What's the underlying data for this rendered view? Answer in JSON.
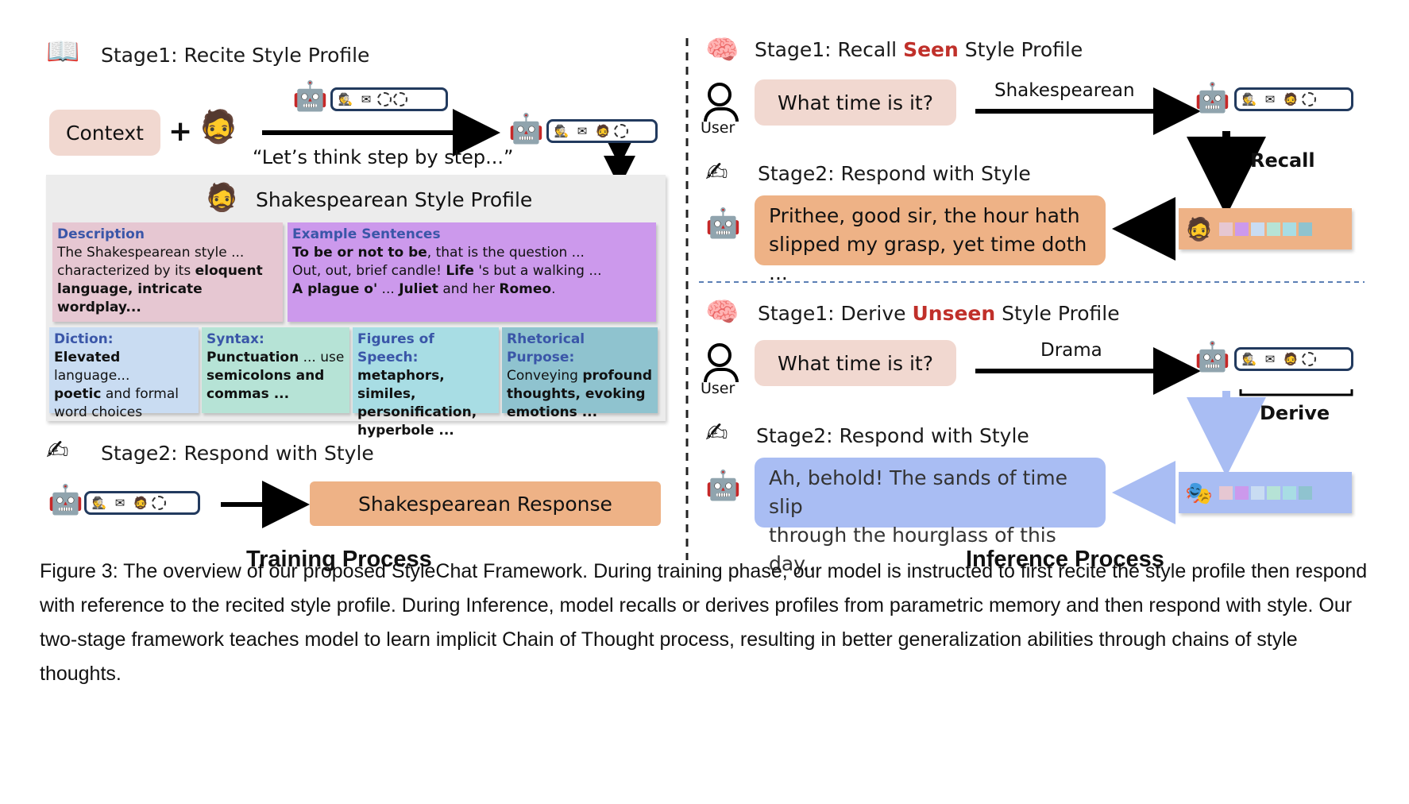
{
  "training": {
    "stage1_title": "Stage1: Recite Style Profile",
    "context_label": "Context",
    "plus": "+",
    "prompt_text": "“Let’s think step by step...”",
    "profile_title": "Shakespearean Style Profile",
    "description": {
      "header": "Description",
      "line1": "The Shakespearean style ...",
      "line2a": "characterized by its ",
      "line2b": "eloquent",
      "line3": "language, intricate wordplay..."
    },
    "examples": {
      "header": "Example Sentences",
      "line1a": "To be or not to be",
      "line1b": ", that is the question ...",
      "line2a": "Out, out, brief candle! ",
      "line2b": "Life",
      "line2c": " 's but a walking ...",
      "line3a": "A plague o'",
      "line3b": " ... ",
      "line3c": "Juliet",
      "line3d": " and her ",
      "line3e": "Romeo",
      "line3f": "."
    },
    "diction": {
      "header": "Diction:",
      "line1a": "Elevated",
      "line1b": " language...",
      "line2a": "poetic",
      "line2b": " and formal",
      "line3": "word choices"
    },
    "syntax": {
      "header": "Syntax:",
      "line1a": "Punctuation",
      "line1b": " ... use",
      "line2": "semicolons and",
      "line3": "commas ..."
    },
    "figures": {
      "header": "Figures of Speech:",
      "line1": "metaphors, similes,",
      "line2": "personification,",
      "line3": "hyperbole ..."
    },
    "rhetorical": {
      "header": "Rhetorical Purpose:",
      "line1a": "Conveying ",
      "line1b": "profound",
      "line2": "thoughts, evoking",
      "line3": "emotions ..."
    },
    "stage2_title": "Stage2: Respond with Style",
    "response_label": "Shakespearean Response",
    "process_label": "Training Process"
  },
  "inference": {
    "seen": {
      "stage1_prefix": "Stage1: Recall ",
      "stage1_highlight": "Seen",
      "stage1_suffix": " Style Profile",
      "user_label": "User",
      "question": "What time is it?",
      "arrow_label": "Shakespearean",
      "recall_label": "Recall",
      "stage2_title": "Stage2: Respond with Style",
      "response_line1": "Prithee, good sir, the hour hath",
      "response_line2": "slipped my grasp, yet time doth ..."
    },
    "unseen": {
      "stage1_prefix": "Stage1: Derive ",
      "stage1_highlight": "Unseen",
      "stage1_suffix": " Style Profile",
      "user_label": "User",
      "question": "What time is it?",
      "arrow_label": "Drama",
      "derive_label": "Derive",
      "stage2_title": "Stage2: Respond with Style",
      "response_line1": "Ah, behold! The sands of time slip",
      "response_line2": "through the hourglass of this day.."
    },
    "process_label": "Inference Process"
  },
  "caption": "Figure 3: The overview of our proposed StyleChat Framework. During training phase, our model is instructed to first recite the style profile then respond with reference to the recited style profile. During Inference, model recalls or derives profiles from parametric memory and then respond with style. Our two-stage framework teaches model to learn implicit Chain of Thought process, resulting in better generalization abilities through chains of style thoughts.",
  "icons": {
    "book": "open-book-icon",
    "shakespeare": "shakespeare-icon",
    "robot": "robot-icon",
    "user": "user-icon",
    "brain": "brain-icon",
    "writing_hand": "writing-hand-icon",
    "detective": "detective-icon",
    "envelope": "envelope-icon",
    "drama_masks": "drama-masks-icon"
  },
  "colors": {
    "pink": "#f1d8d0",
    "orange": "#eeb286",
    "blue": "#a9bdf3",
    "highlight_red": "#c0302a",
    "description_bg": "#e6c7d2",
    "examples_bg": "#cc99ec",
    "diction_bg": "#c9dcf2",
    "syntax_bg": "#b6e3d6",
    "figures_bg": "#a8dde4",
    "rhetorical_bg": "#8fc3cf"
  }
}
